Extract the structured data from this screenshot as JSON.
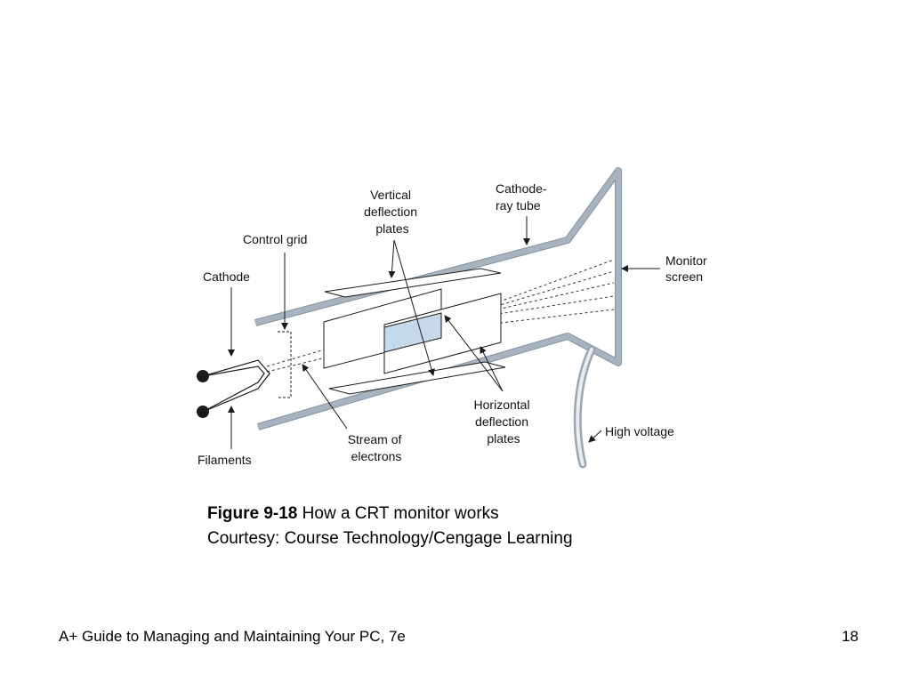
{
  "diagram": {
    "labels": {
      "vertical_deflection_plates": [
        "Vertical",
        "deflection",
        "plates"
      ],
      "cathode_ray_tube": [
        "Cathode-",
        "ray tube"
      ],
      "control_grid": "Control grid",
      "cathode": "Cathode",
      "monitor_screen": [
        "Monitor",
        "screen"
      ],
      "horizontal_deflection_plates": [
        "Horizontal",
        "deflection",
        "plates"
      ],
      "stream_of_electrons": [
        "Stream of",
        "electrons"
      ],
      "filaments": "Filaments",
      "high_voltage": "High voltage"
    },
    "colors": {
      "tube": "#a7b4c0",
      "tube_edge": "#8593a1",
      "plate_fill": "#c6d9ea",
      "line": "#1a1a1a"
    }
  },
  "caption": {
    "figure_number": "Figure 9-18",
    "figure_title": " How a CRT monitor works",
    "courtesy": "Courtesy: Course Technology/Cengage Learning"
  },
  "footer": {
    "book_title": "A+ Guide to Managing and Maintaining Your PC, 7e",
    "page_number": "18"
  }
}
